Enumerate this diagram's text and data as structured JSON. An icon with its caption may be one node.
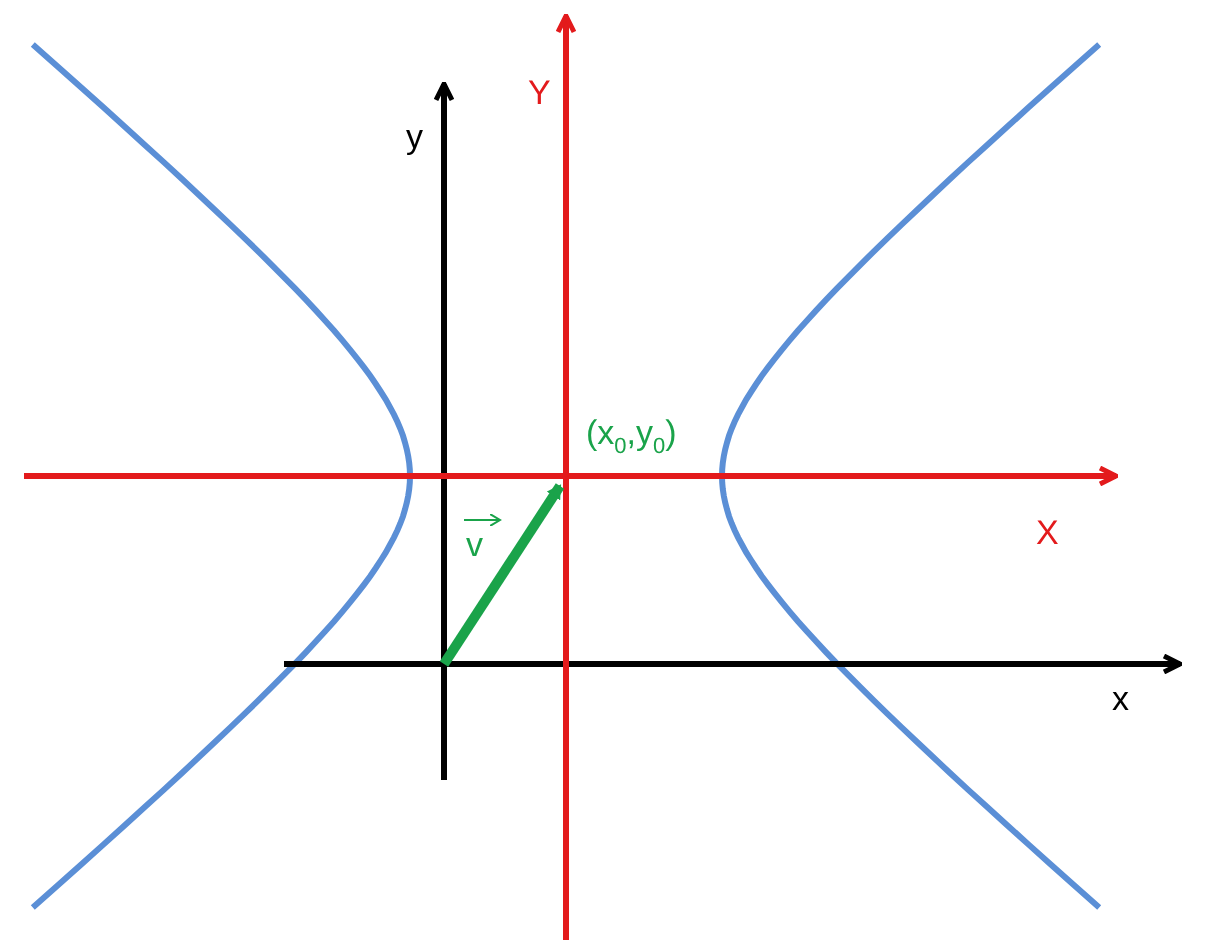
{
  "diagram": {
    "labels": [
      "y",
      "Y",
      "(x$_{0}$,y$_{0}$)",
      "v",
      "X",
      "x"
    ]
  }
}
